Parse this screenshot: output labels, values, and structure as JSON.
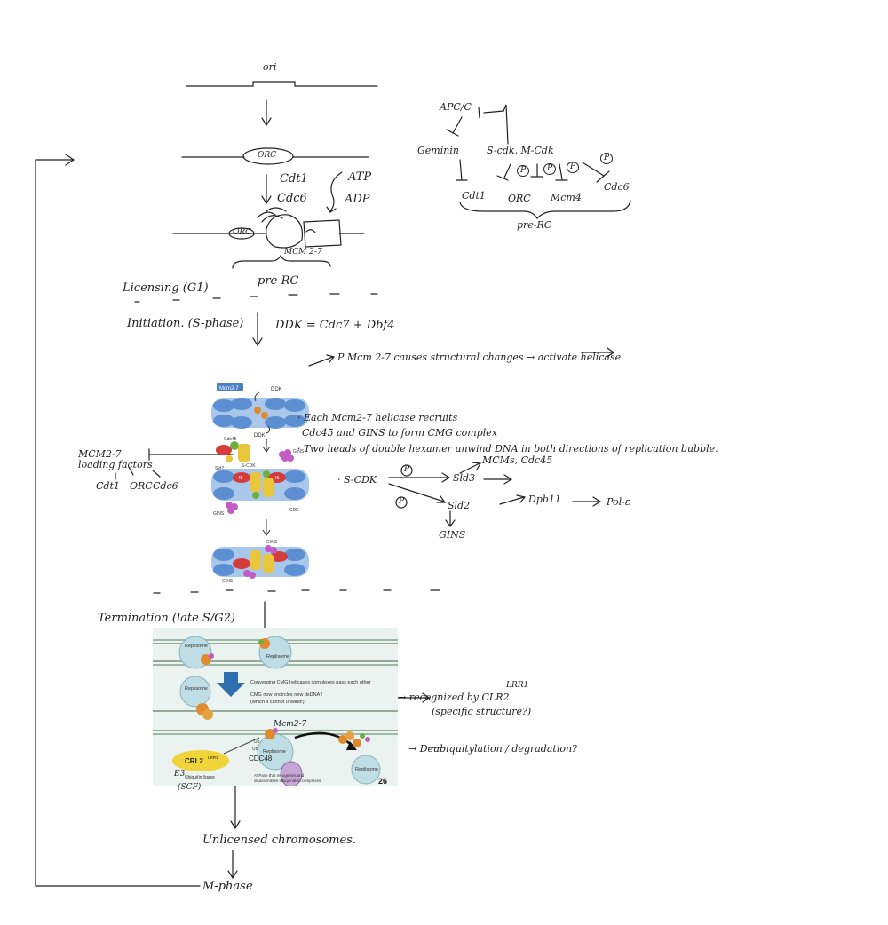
{
  "ori": "ori",
  "orc_label": "ORC",
  "orc_small": "ORC",
  "cdt1": "Cdt1",
  "cdc6": "Cdc6",
  "atp": "ATP",
  "adp": "ADP",
  "mcm27": "MCM 2-7",
  "pre_rc": "pre-RC",
  "licensing": "Licensing (G1)",
  "initiation": "Initiation. (S-phase)",
  "ddk_eq": "DDK = Cdc7 + Dbf4",
  "regulation": {
    "apc": "APC/C",
    "geminin": "Geminin",
    "scdk": "S-cdk, M-Cdk",
    "p": "P",
    "cdt1": "Cdt1",
    "orc": "ORC",
    "mcm4": "Mcm4",
    "cdc6": "Cdc6",
    "pre_rc": "pre-RC"
  },
  "figure1": {
    "mcm_tag": "Mcm2-7",
    "ddk": "DDK",
    "cdc45": "Cdc45",
    "sld7": "Sld7",
    "s_cdk": "S-CDK",
    "gins": "GINS",
    "cdk": "CDK",
    "sld2": "Sld2",
    "sld3": "Sld3",
    "n45": "45"
  },
  "notes": {
    "mcm_changes": "P  Mcm 2-7 causes structural changes → activate helicase",
    "each1": "· Each Mcm2-7 helicase recruits",
    "each2": "Cdc45 and GINS to form CMG complex",
    "two_heads": "· Two heads of double hexamer unwind DNA in both directions of replication bubble.",
    "s_cdk": "· S-CDK",
    "sld3": "Sld3",
    "mcms": "MCMs, Cdc45",
    "sld2": "Sld2",
    "dpb11": "Dpb11",
    "pol": "Pol-ε",
    "gins": "GINS",
    "p": "P"
  },
  "loading": {
    "title": "MCM2-7 loading factors",
    "cdt1": "Cdt1",
    "orc": "ORC",
    "cdc6": "Cdc6"
  },
  "termination": "Termination (late S/G2)",
  "figure2": {
    "replisome": "Replisome",
    "converging": "Converging CMG helicases complexes pass each other",
    "cmg_now": "CMG now encircles new dsDNA !",
    "which": "(which it cannot unwind!)",
    "crl2": "CRL2",
    "lrr1": "LRR1",
    "e3": "Ubiquitin ligase",
    "cdc48": "CDC48",
    "atpase1": "ATPase that recognises and",
    "atpase2": "disassembles Ubiquinated complexes",
    "ub": "Ub",
    "page": "26"
  },
  "annotations": {
    "recognised": "→ recognized by CLR2",
    "lrr1": "LRR1",
    "specific": "(specific structure?)",
    "mcm": "Mcm2-7",
    "e3": "E3",
    "scf": "(SCF)",
    "deubiq": "→ Deubiquitylation / degradation?"
  },
  "unlicensed": "Unlicensed chromosomes.",
  "m_phase": "M-phase",
  "colors": {
    "mcm_blue": "#5b8fd1",
    "mcm_light": "#a9c7ea",
    "cdc45_red": "#d63b3b",
    "gins_purple": "#c45bc4",
    "sld_yellow": "#e9c53b",
    "cdk_green": "#6fae3e",
    "panel_bg": "#e8f2ef",
    "replisome": "#bfdde4",
    "arrow_blue": "#2f6fb0"
  }
}
